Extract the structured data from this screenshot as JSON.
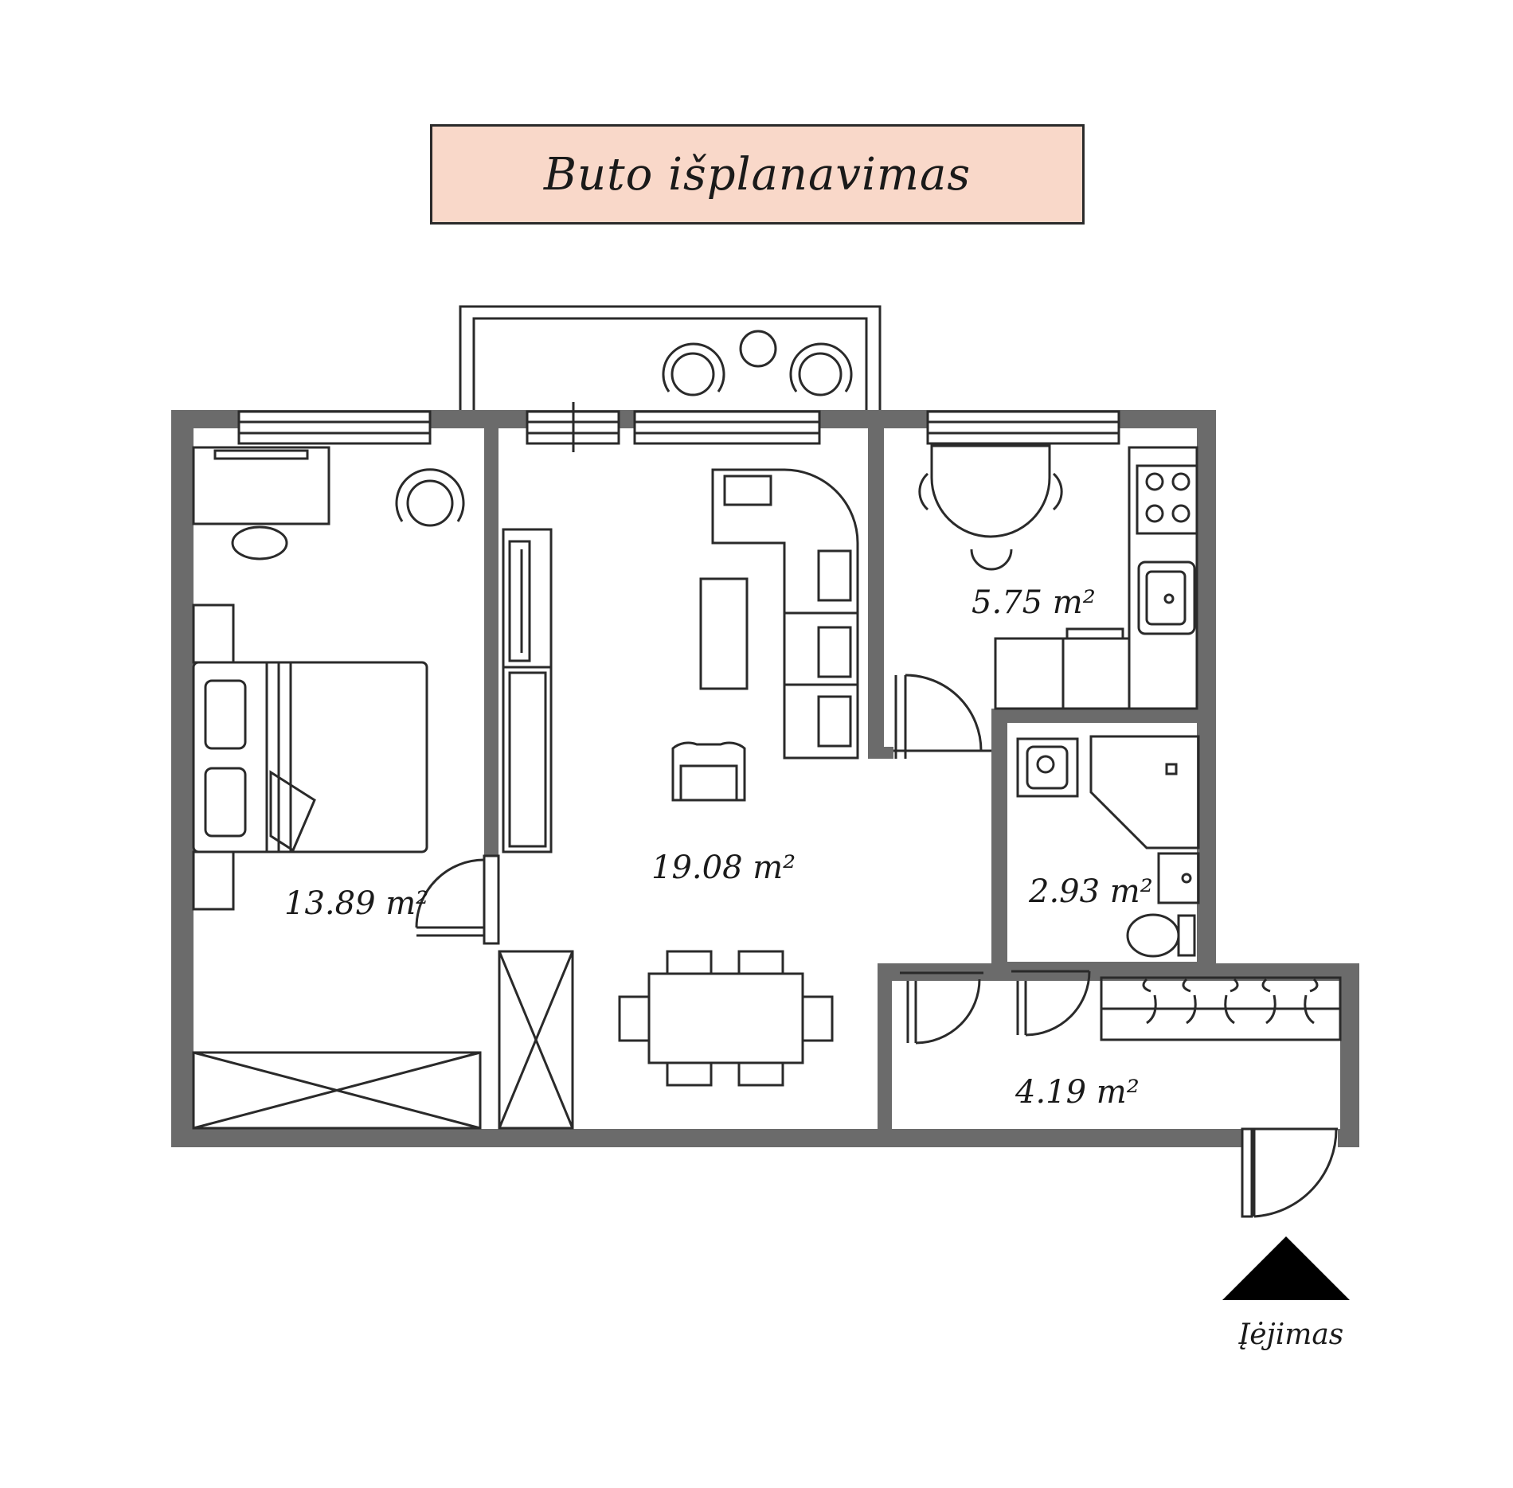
{
  "title": "Buto išplanavimas",
  "rooms": {
    "bedroom": {
      "area": "13.89 m²"
    },
    "living_room": {
      "area": "19.08 m²"
    },
    "kitchen": {
      "area": "5.75 m²"
    },
    "bathroom": {
      "area": "2.93 m²"
    },
    "hallway": {
      "area": "4.19 m²"
    }
  },
  "entrance": {
    "label": "Įėjimas"
  },
  "colors": {
    "wall": "#6b6b6b",
    "title_bg": "#f9d8c9",
    "line": "#2a2a2a"
  }
}
